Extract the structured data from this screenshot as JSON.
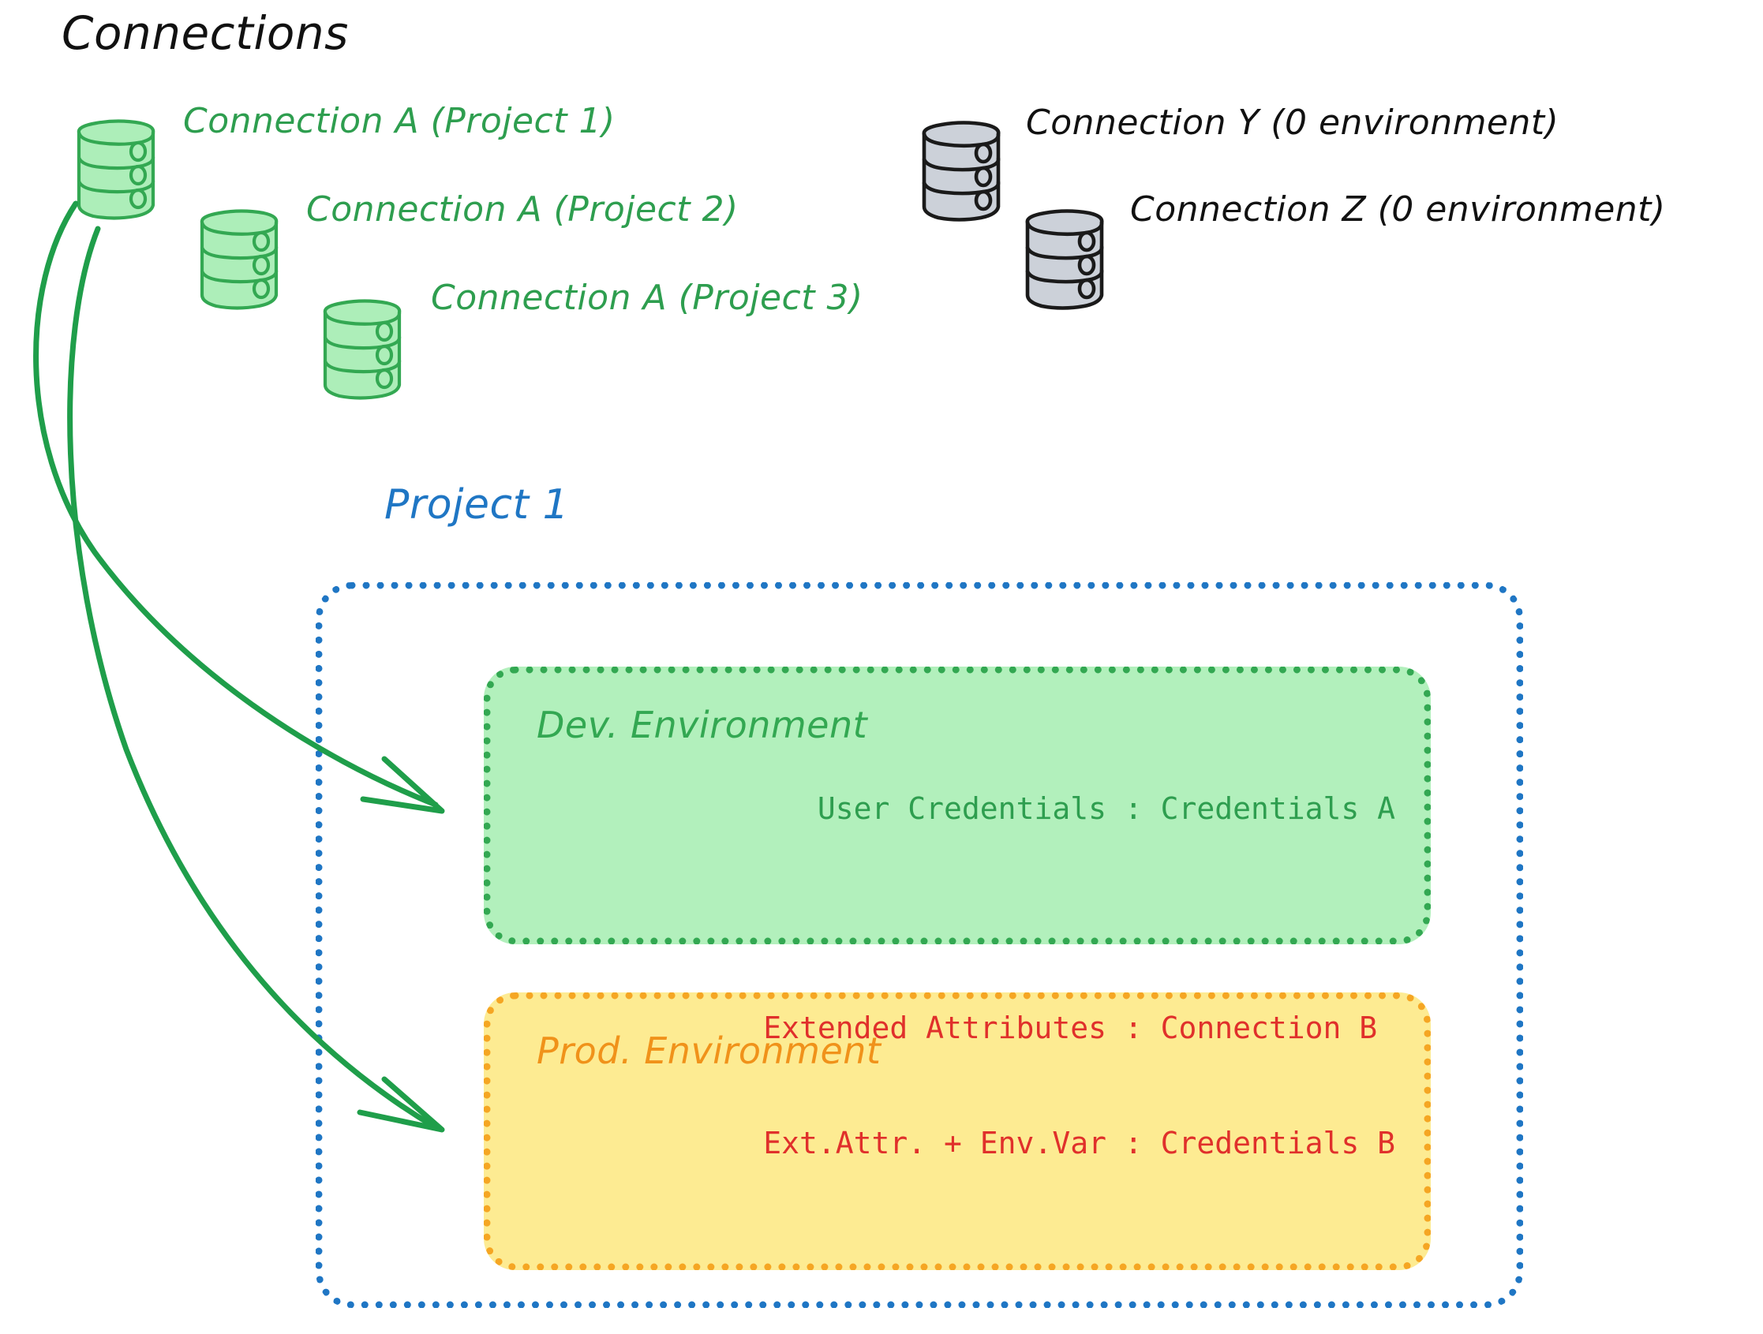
{
  "title": "Connections",
  "connections": [
    {
      "label": "Connection A (Project 1)",
      "color": "#2E9E4F",
      "kind": "green-db"
    },
    {
      "label": "Connection A (Project 2)",
      "color": "#2E9E4F",
      "kind": "green-db"
    },
    {
      "label": "Connection A (Project 3)",
      "color": "#2E9E4F",
      "kind": "green-db"
    },
    {
      "label": "Connection Y (0 environment)",
      "color": "#111111",
      "kind": "gray-db"
    },
    {
      "label": "Connection Z (0 environment)",
      "color": "#111111",
      "kind": "gray-db"
    }
  ],
  "project": {
    "title": "Project 1",
    "border_color": "#1F76C4"
  },
  "environments": [
    {
      "name": "Dev. Environment",
      "title_color": "#33A852",
      "fill": "#B2F0BC",
      "border": "#33A852",
      "lines": [
        "User Credentials : Credentials A"
      ],
      "line_color": "#2E9E4F"
    },
    {
      "name": "Prod. Environment",
      "title_color": "#F0921A",
      "fill": "#FDEB92",
      "border": "#F5A623",
      "lines": [
        "Extended Attributes : Connection B",
        "Ext.Attr. + Env.Var : Credentials B"
      ],
      "line_color": "#E0302B"
    }
  ],
  "arrows": [
    {
      "from": "Connection A (Project 1)",
      "to": "Dev. Environment",
      "color": "#1F9E4A"
    },
    {
      "from": "Connection A (Project 1)",
      "to": "Prod. Environment",
      "color": "#1F9E4A"
    }
  ],
  "icons": {
    "database": "database-icon"
  }
}
